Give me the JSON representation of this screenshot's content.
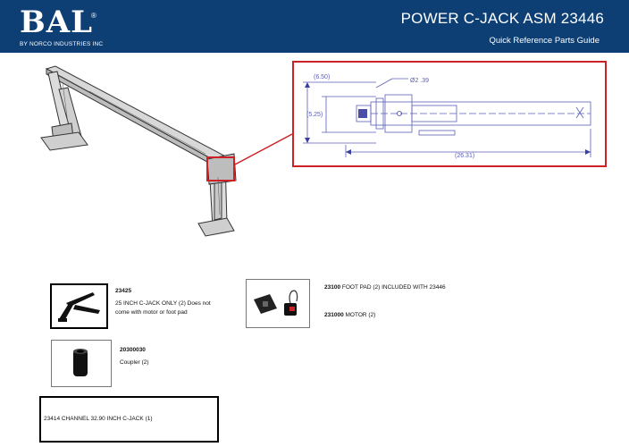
{
  "header": {
    "logo_text": "BAL",
    "logo_registered": "®",
    "logo_subtext": "BY NORCO INDUSTRIES INC",
    "title": "POWER C-JACK ASM 23446",
    "subtitle": "Quick Reference Parts Guide"
  },
  "detail_drawing": {
    "dim_top": "(6.50)",
    "dim_hole": "Ø2 .39",
    "dim_left": "(5.25)",
    "dim_length": "(26.31)"
  },
  "parts": [
    {
      "part_number": "23425",
      "description_line1": "25 INCH C-JACK ONLY  (2) Does not",
      "description_line2": "come with motor or foot pad",
      "icon": "c-jack-icon"
    },
    {
      "part_number": "20300030",
      "description_line1": "Coupler (2)",
      "icon": "coupler-icon"
    },
    {
      "part_number": "23100",
      "description_line1": "FOOT  PAD (2) INCLUDED WITH 23446",
      "icon": "foot-pad-motor-icon"
    },
    {
      "part_number": "231000",
      "description_line1": "MOTOR (2)"
    },
    {
      "part_number": "23414",
      "description_line1": "CHANNEL  32.90 INCH C-JACK (1)"
    }
  ],
  "colors": {
    "header_bg": "#0d3f74",
    "callout_red": "#cc2127",
    "drawing_blue": "#5b5fb8"
  }
}
